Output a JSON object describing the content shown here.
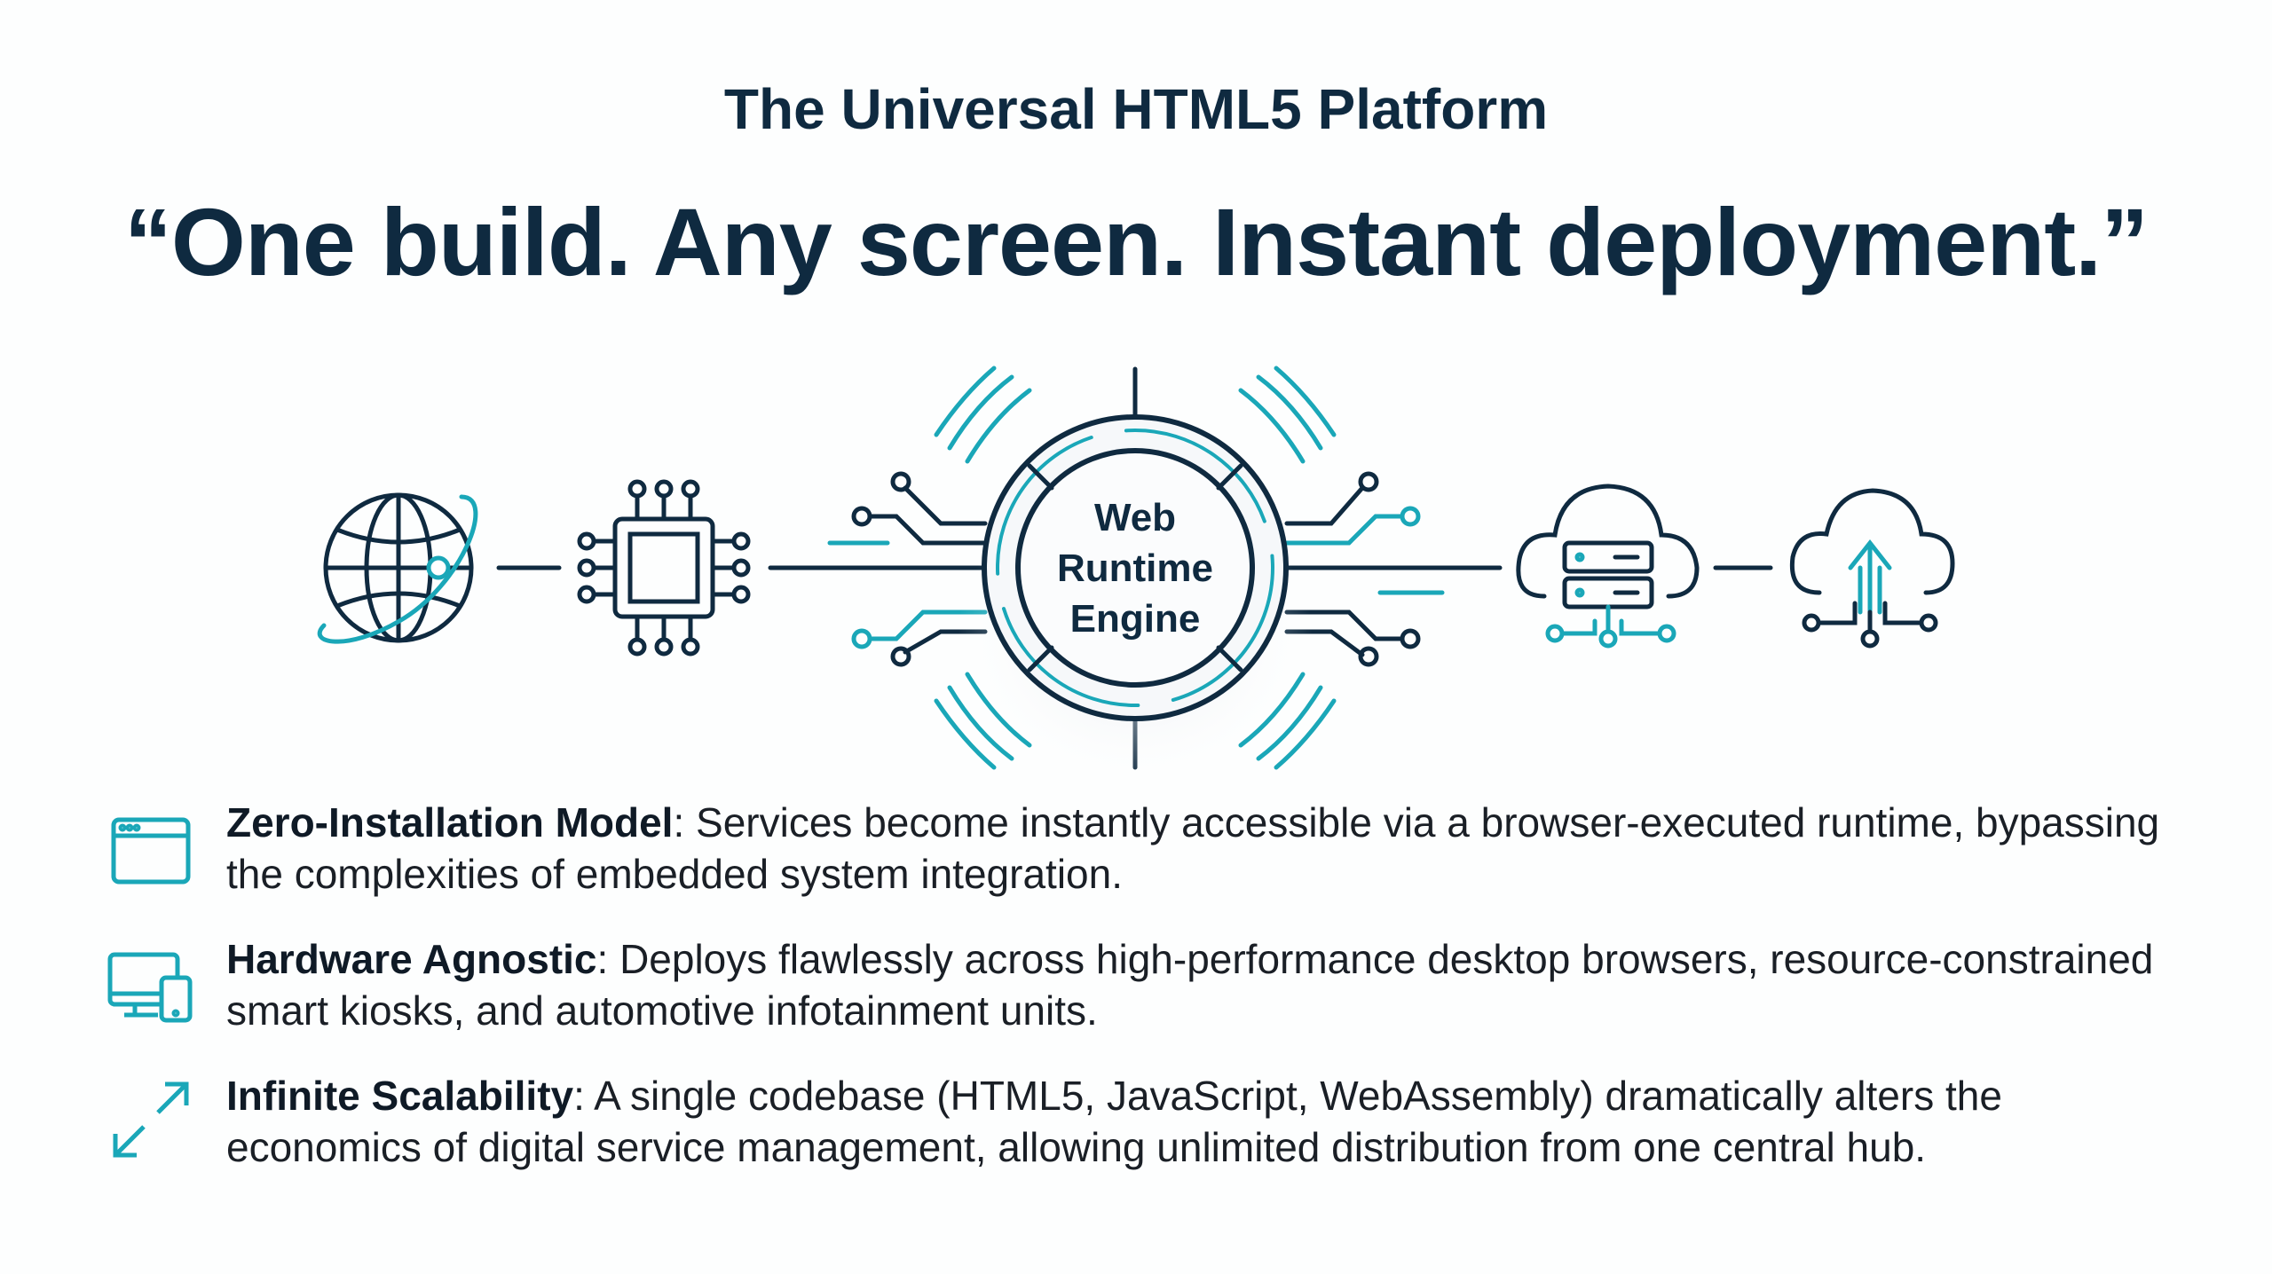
{
  "header": {
    "subtitle": "The Universal HTML5 Platform",
    "quote": "“One build. Any screen. Instant deployment.”"
  },
  "diagram": {
    "center_label_lines": [
      "Web",
      "Runtime",
      "Engine"
    ],
    "nodes": [
      "globe-icon",
      "chip-icon",
      "web-runtime-engine",
      "cloud-server-icon",
      "cloud-upload-icon"
    ],
    "colors": {
      "navy": "#0f2a40",
      "teal": "#1aa7b8"
    }
  },
  "bullets": [
    {
      "icon": "browser-window-icon",
      "title": "Zero-Installation Model",
      "body": ": Services become instantly accessible via a browser-executed runtime, bypassing the complexities of embedded system integration."
    },
    {
      "icon": "devices-icon",
      "title": "Hardware Agnostic",
      "body": ": Deploys flawlessly across high-performance desktop browsers, resource-constrained smart kiosks, and automotive infotainment units."
    },
    {
      "icon": "expand-arrows-icon",
      "title": "Infinite Scalability",
      "body": ": A single codebase (HTML5, JavaScript, WebAssembly) dramatically alters the economics of digital service management, allowing unlimited distribution from one central hub."
    }
  ]
}
